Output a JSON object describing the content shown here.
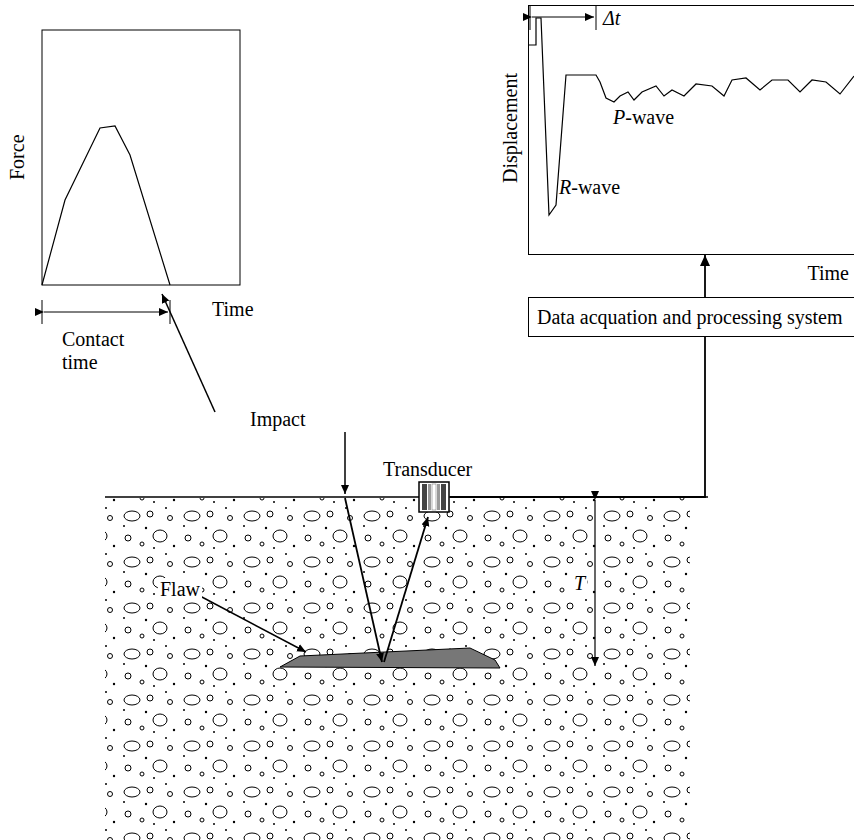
{
  "diagram": {
    "nodes": [
      {
        "text": [
          "Transducer"
        ]
      },
      {
        "text": [
          "Data acquation and processing system"
        ]
      },
      {
        "text": [
          "Δt",
          "P-wave",
          "R-wave"
        ]
      }
    ],
    "edges": [
      {
        "from": 0,
        "to": 1,
        "arrow": "none"
      },
      {
        "from": 1,
        "to": 2,
        "arrow": "to"
      }
    ],
    "labels": [
      "Force",
      "Time",
      "Contact time",
      "Impact",
      "Displacement",
      "Time",
      "Flaw",
      "T"
    ]
  }
}
